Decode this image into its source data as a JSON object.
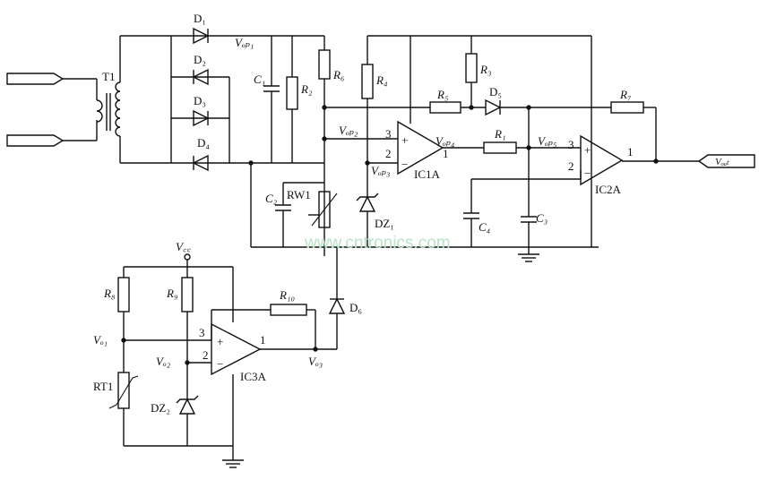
{
  "labels": {
    "T1": "T1",
    "D1": "D₁",
    "D2": "D₂",
    "D3": "D₃",
    "D4": "D₄",
    "VOP1": "Vₒₚ₁",
    "C1": "C₁",
    "R2": "R₂",
    "R6": "R₆",
    "R4": "R₄",
    "R3": "R₃",
    "R5": "R₅",
    "D5": "D₅",
    "R7": "R₇",
    "VOP2": "Vₒₚ₂",
    "VOP3": "Vₒₚ₃",
    "VOP4": "Vₒₚ₄",
    "VOP5": "Vₒₚ₅",
    "R1": "R₁",
    "IC1A": "IC1A",
    "IC2A": "IC2A",
    "IC3A": "IC3A",
    "pin3": "3",
    "pin2": "2",
    "pin1": "1",
    "C2": "C₂",
    "RW1": "RW1",
    "DZ1": "DZ₁",
    "C4": "C₄",
    "C3": "C₃",
    "Vout": "Vₒᵤₜ",
    "VCC": "V꜀꜀",
    "R8": "R₈",
    "R9": "R₉",
    "R10": "R₁₀",
    "D6": "D₆",
    "Vo1": "Vₒ₁",
    "Vo2": "Vₒ₂",
    "Vo3": "Vₒ₃",
    "RT1": "RT1",
    "DZ2": "DZ₂",
    "plus": "+",
    "minus": "−"
  },
  "watermark": "www.cntronics.com"
}
